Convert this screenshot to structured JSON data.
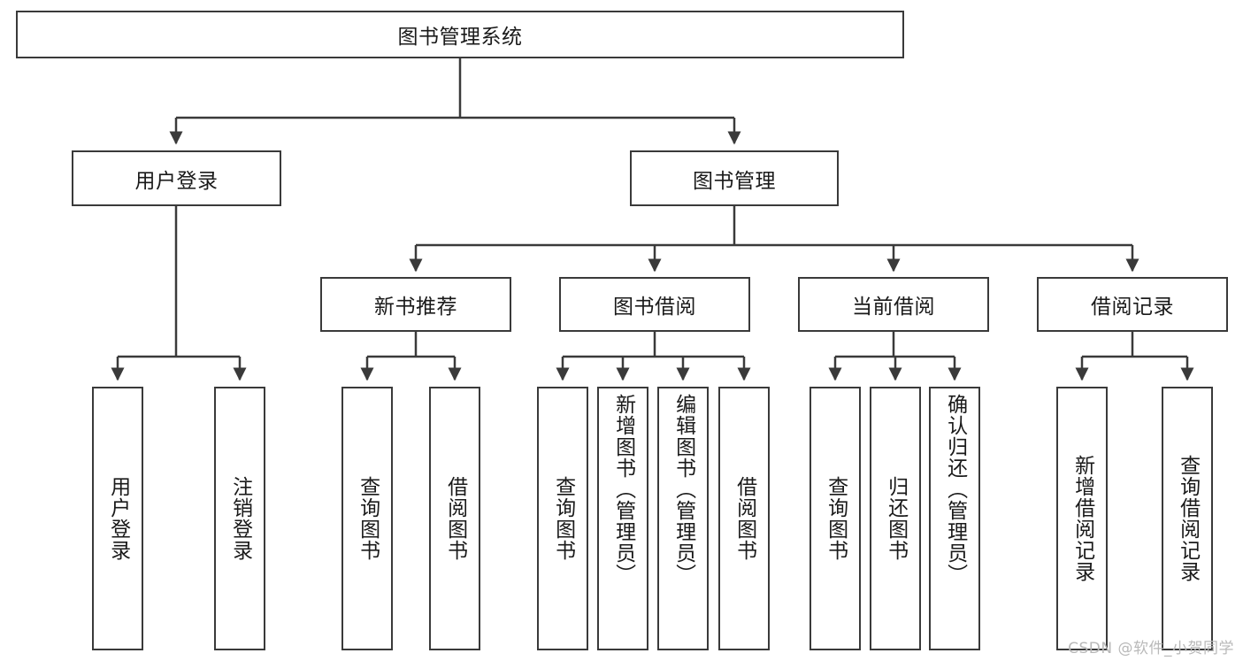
{
  "diagram": {
    "title": "图书管理系统",
    "type": "functional-structure-tree",
    "root": {
      "id": "root",
      "label": "图书管理系统"
    },
    "level2": [
      {
        "id": "user-login",
        "label": "用户登录"
      },
      {
        "id": "book-management",
        "label": "图书管理"
      }
    ],
    "level3": [
      {
        "id": "new-book-recommend",
        "label": "新书推荐"
      },
      {
        "id": "book-borrow",
        "label": "图书借阅"
      },
      {
        "id": "current-borrow",
        "label": "当前借阅"
      },
      {
        "id": "borrow-record",
        "label": "借阅记录"
      }
    ],
    "leaves": {
      "user_login": [
        {
          "id": "leaf-user-login",
          "label": "用户登录"
        },
        {
          "id": "leaf-logout-login",
          "label": "注销登录"
        }
      ],
      "new_book_recommend": [
        {
          "id": "leaf-query-book-1",
          "label": "查询图书"
        },
        {
          "id": "leaf-borrow-book-1",
          "label": "借阅图书"
        }
      ],
      "book_borrow": [
        {
          "id": "leaf-query-book-2",
          "label": "查询图书"
        },
        {
          "id": "leaf-add-book",
          "label": "新增图书（管理员）"
        },
        {
          "id": "leaf-edit-book",
          "label": "编辑图书（管理员）"
        },
        {
          "id": "leaf-borrow-book-2",
          "label": "借阅图书"
        }
      ],
      "current_borrow": [
        {
          "id": "leaf-query-book-3",
          "label": "查询图书"
        },
        {
          "id": "leaf-return-book",
          "label": "归还图书"
        },
        {
          "id": "leaf-confirm-return",
          "label": "确认归还（管理员）"
        }
      ],
      "borrow_record": [
        {
          "id": "leaf-add-record",
          "label": "新增借阅记录"
        },
        {
          "id": "leaf-query-record",
          "label": "查询借阅记录"
        }
      ]
    },
    "colors": {
      "border": "#3a3a3a",
      "background": "#ffffff",
      "text": "#1a1a1a",
      "connector": "#3a3a3a",
      "watermark": "#b9b9b9"
    }
  },
  "watermark": {
    "text": "CSDN @软件_小贺同学"
  }
}
